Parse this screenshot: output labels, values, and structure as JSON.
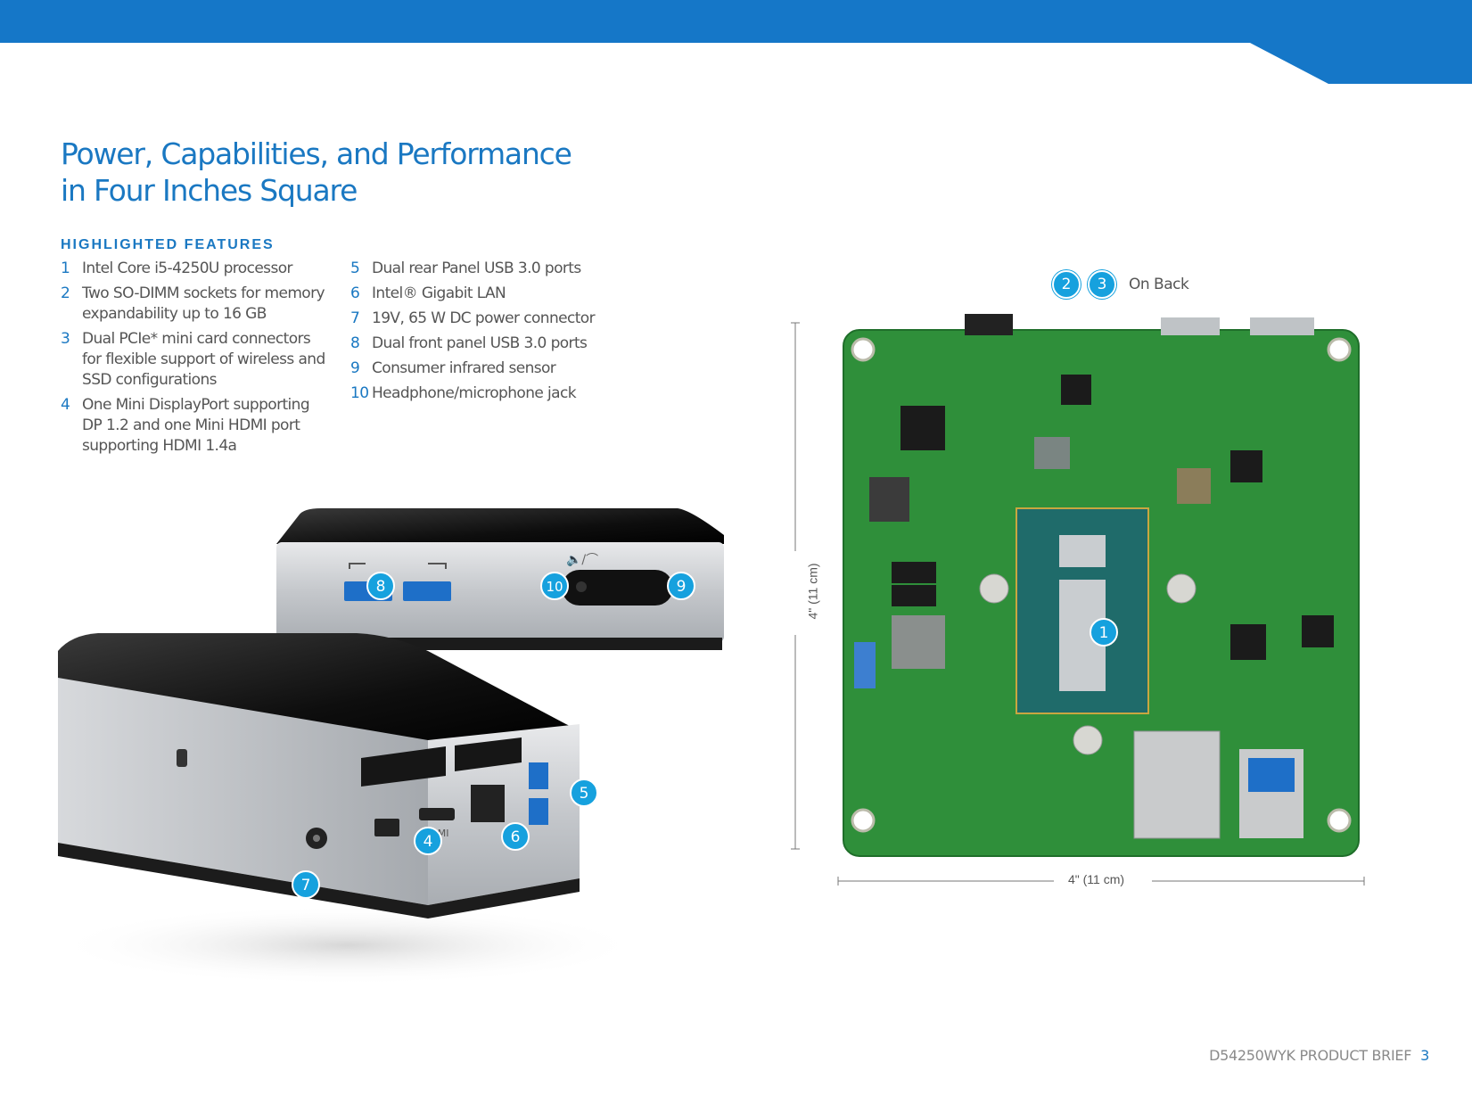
{
  "colors": {
    "brand_blue": "#1a78c2",
    "badge_blue": "#16a1de",
    "pcb_green": "#2f8f3a",
    "text_gray": "#555555"
  },
  "title": {
    "line1": "Power, Capabilities, and Performance",
    "line2": "in Four Inches Square"
  },
  "features": {
    "heading": "HIGHLIGHTED FEATURES",
    "column1": [
      {
        "num": "1",
        "text": "Intel Core i5-4250U processor"
      },
      {
        "num": "2",
        "text": "Two SO-DIMM sockets for memory expandability up to 16 GB"
      },
      {
        "num": "3",
        "text": "Dual PCIe* mini card connectors for flexible support of wireless and SSD configurations"
      },
      {
        "num": "4",
        "text": "One Mini DisplayPort supporting DP 1.2 and one Mini HDMI port supporting HDMI 1.4a"
      }
    ],
    "column2": [
      {
        "num": "5",
        "text": "Dual rear Panel USB 3.0 ports"
      },
      {
        "num": "6",
        "text": "Intel® Gigabit LAN"
      },
      {
        "num": "7",
        "text": "19V, 65 W DC power connector"
      },
      {
        "num": "8",
        "text": "Dual front panel USB 3.0 ports"
      },
      {
        "num": "9",
        "text": "Consumer infrared sensor"
      },
      {
        "num": "10",
        "text": "Headphone/microphone jack"
      }
    ]
  },
  "photo": {
    "callouts": {
      "c4": "4",
      "c5": "5",
      "c6": "6",
      "c7": "7",
      "c8": "8",
      "c9": "9",
      "c10": "10"
    },
    "port_label_hdmi": "HDMI"
  },
  "board": {
    "on_back": {
      "badge1": "2",
      "badge2": "3",
      "label": "On Back"
    },
    "cpu_callout": "1",
    "dim_vertical": "4\" (11 cm)",
    "dim_horizontal": "4\" (11 cm)"
  },
  "footer": {
    "doc": "D54250WYK PRODUCT BRIEF",
    "page": "3"
  }
}
